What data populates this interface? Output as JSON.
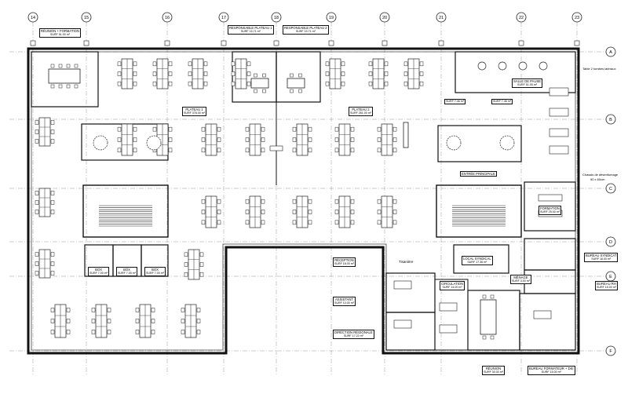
{
  "grid": {
    "columns": [
      "14",
      "15",
      "16",
      "17",
      "18",
      "19",
      "20",
      "21",
      "22",
      "23"
    ],
    "rows": [
      "A",
      "B",
      "C",
      "D",
      "E",
      "F"
    ]
  },
  "rooms": [
    {
      "id": "reunion-formation",
      "name": "RÉUNION + FORMATION",
      "area": "SURF 51.00 m²"
    },
    {
      "id": "resp-plateau-1",
      "name": "RESPONSABLE PLATEAU 1",
      "area": "SURF 15.71 m²"
    },
    {
      "id": "resp-plateau-2",
      "name": "RESPONSABLE PLATEAU 2",
      "area": "SURF 15.71 m²"
    },
    {
      "id": "salle-pause",
      "name": "SALLE DE PAUSE",
      "area": "SURF 51.00 m²"
    },
    {
      "id": "plateau-1",
      "name": "PLATEAU 1",
      "area": "SURF 378.00 m²"
    },
    {
      "id": "plateau-2",
      "name": "PLATEAU 2",
      "area": "SURF 261.00 m²"
    },
    {
      "id": "wc-a",
      "name": "",
      "area": "SURF 7.46 m²"
    },
    {
      "id": "wc-b",
      "name": "",
      "area": "SURF 7.46 m²"
    },
    {
      "id": "entree",
      "name": "ENTRÉE PRINCIPALE",
      "area": ""
    },
    {
      "id": "formation",
      "name": "FORMATION",
      "area": "SURF 25.00 m²"
    },
    {
      "id": "box-1",
      "name": "BOX",
      "area": "SURF 7.00 m²"
    },
    {
      "id": "box-2",
      "name": "BOX",
      "area": "SURF 7.00 m²"
    },
    {
      "id": "box-3",
      "name": "BOX",
      "area": "SURF 7.00 m²"
    },
    {
      "id": "reception",
      "name": "RÉCEPTION",
      "area": "SURF 18.00 m²"
    },
    {
      "id": "local-syndical",
      "name": "LOCAL SYNDICAL",
      "area": "SURF 17.36 m²"
    },
    {
      "id": "bureau-syndicat",
      "name": "BUREAU SYNDICAT",
      "area": "SURF 16.00 m²"
    },
    {
      "id": "circulation",
      "name": "CIRCULATION",
      "area": "SURF 14.00 m²"
    },
    {
      "id": "menage",
      "name": "MÉNAGE",
      "area": "SURF 3.00 m²"
    },
    {
      "id": "bureau-rh",
      "name": "BUREAU RH",
      "area": "SURF 16.00 m²"
    },
    {
      "id": "assistant",
      "name": "ASSISTANT",
      "area": "SURF 10.00 m²"
    },
    {
      "id": "direction",
      "name": "DIRECTION RÉGIONALE",
      "area": "SURF 17.22 m²"
    },
    {
      "id": "reunion",
      "name": "RÉUNION",
      "area": "SURF 30.00 m²"
    },
    {
      "id": "bureau-formateur",
      "name": "BUREAU FORMATEUR + DSI",
      "area": "SURF 15.00 m²"
    }
  ],
  "notes": {
    "table": "Table 2 tombes latéraux",
    "chassis": "Chassis de désenfumage",
    "chassis_dim": "90 x 60cm",
    "tisaniere": "Tisanière"
  }
}
